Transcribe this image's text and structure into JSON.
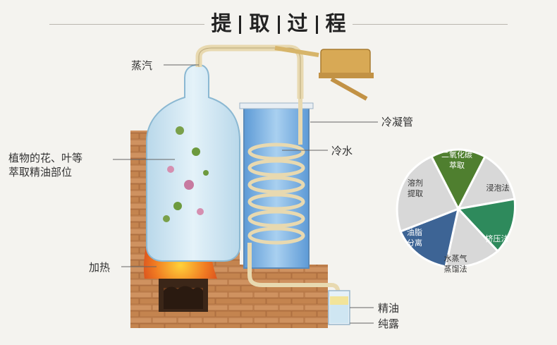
{
  "title": {
    "chars": [
      "提",
      "取",
      "过",
      "程"
    ]
  },
  "labels": {
    "steam": "蒸汽",
    "flowers_line1": "植物的花、叶等",
    "flowers_line2": "萃取精油部位",
    "heating": "加热",
    "condenser": "冷凝管",
    "cold_water": "冷水",
    "essential_oil": "精油",
    "hydrosol": "纯露"
  },
  "methods": [
    {
      "line1": "二氧化碳",
      "line2": "萃取",
      "color": "#4f7f2f"
    },
    {
      "line1": "浸泡法",
      "line2": "",
      "color": "#d8d8d8"
    },
    {
      "line1": "挤压法",
      "line2": "",
      "color": "#2e8a5c"
    },
    {
      "line1": "水蒸气",
      "line2": "蒸馏法",
      "color": "#d8d8d8"
    },
    {
      "line1": "油脂",
      "line2": "分离",
      "color": "#3d6495"
    },
    {
      "line1": "溶剂",
      "line2": "提取",
      "color": "#d8d8d8"
    }
  ],
  "colors": {
    "brick": "#c98a55",
    "glass": "#cfe6f2",
    "water": "#7fb6e6",
    "fire": "#e2561c",
    "pipe": "#e8d9b0"
  }
}
